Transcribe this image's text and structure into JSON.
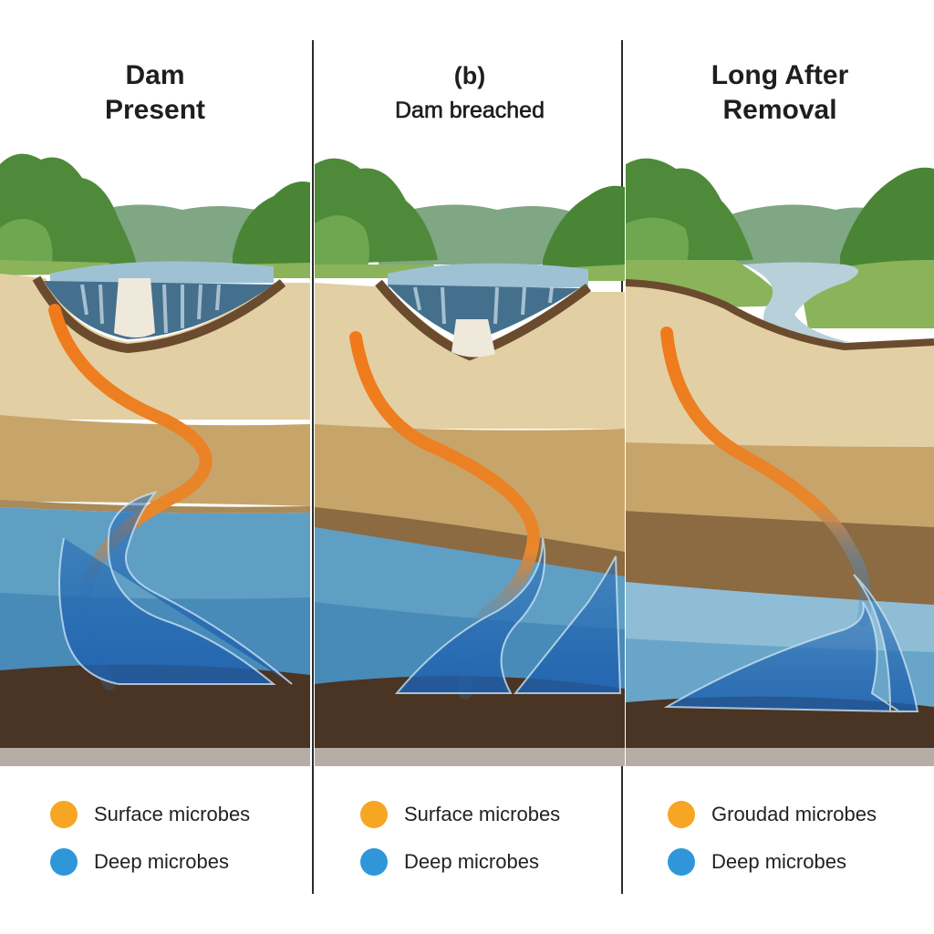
{
  "colors": {
    "surface_microbes": "#f6a623",
    "deep_microbes": "#2f97d9",
    "sky": "#ffffff",
    "forest": "#4f8a3a",
    "water": "#8fb6c8",
    "sand": "#e3cfa4",
    "sediment": "#c7a56a",
    "groundwater": "#5f9fc4",
    "bedrock": "#4a3423"
  },
  "panels": [
    {
      "title_lines": [
        "Dam",
        "Present"
      ],
      "legend": [
        {
          "label": "Surface microbes",
          "color": "#f6a623",
          "icon": "orange-circle-icon"
        },
        {
          "label": "Deep microbes",
          "color": "#2f97d9",
          "icon": "blue-circle-icon"
        }
      ]
    },
    {
      "title_lines": [
        "(b)",
        "Dam breached"
      ],
      "legend": [
        {
          "label": "Surface microbes",
          "color": "#f6a623",
          "icon": "orange-circle-icon"
        },
        {
          "label": "Deep microbes",
          "color": "#2f97d9",
          "icon": "blue-circle-icon"
        }
      ]
    },
    {
      "title_lines": [
        "Long After",
        "Removal"
      ],
      "legend": [
        {
          "label": "Groudad microbes",
          "color": "#f6a623",
          "icon": "orange-circle-icon"
        },
        {
          "label": "Deep microbes",
          "color": "#2f97d9",
          "icon": "blue-circle-icon"
        }
      ]
    }
  ]
}
